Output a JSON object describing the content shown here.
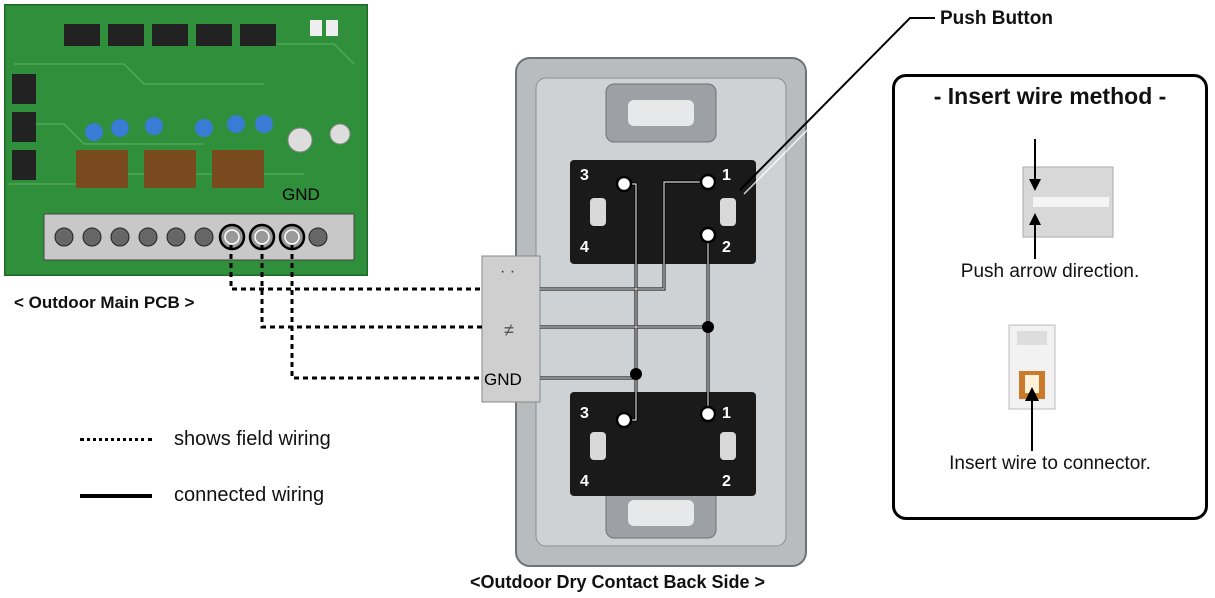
{
  "labels": {
    "pcb_title": "< Outdoor Main PCB >",
    "pcb_gnd": "GND",
    "dry_contact_title": "<Outdoor Dry Contact Back Side >",
    "push_button": "Push Button",
    "connector_gnd": "GND",
    "connector_top": "· ·",
    "connector_mid": "≠",
    "relay_numbers": [
      "3",
      "1",
      "4",
      "2",
      "3",
      "1",
      "4",
      "2"
    ]
  },
  "legend": {
    "field_wiring": "shows field wiring",
    "connected_wiring": "connected wiring"
  },
  "insert_method": {
    "title": "- Insert wire method -",
    "caption_push": "Push arrow direction.",
    "caption_insert": "Insert wire to connector."
  },
  "colors": {
    "pcb_green": "#2f8f3a",
    "pcb_dark": "#1e6a28",
    "plate_metal": "#b9bcbf",
    "relay_black": "#1a1a1a"
  }
}
